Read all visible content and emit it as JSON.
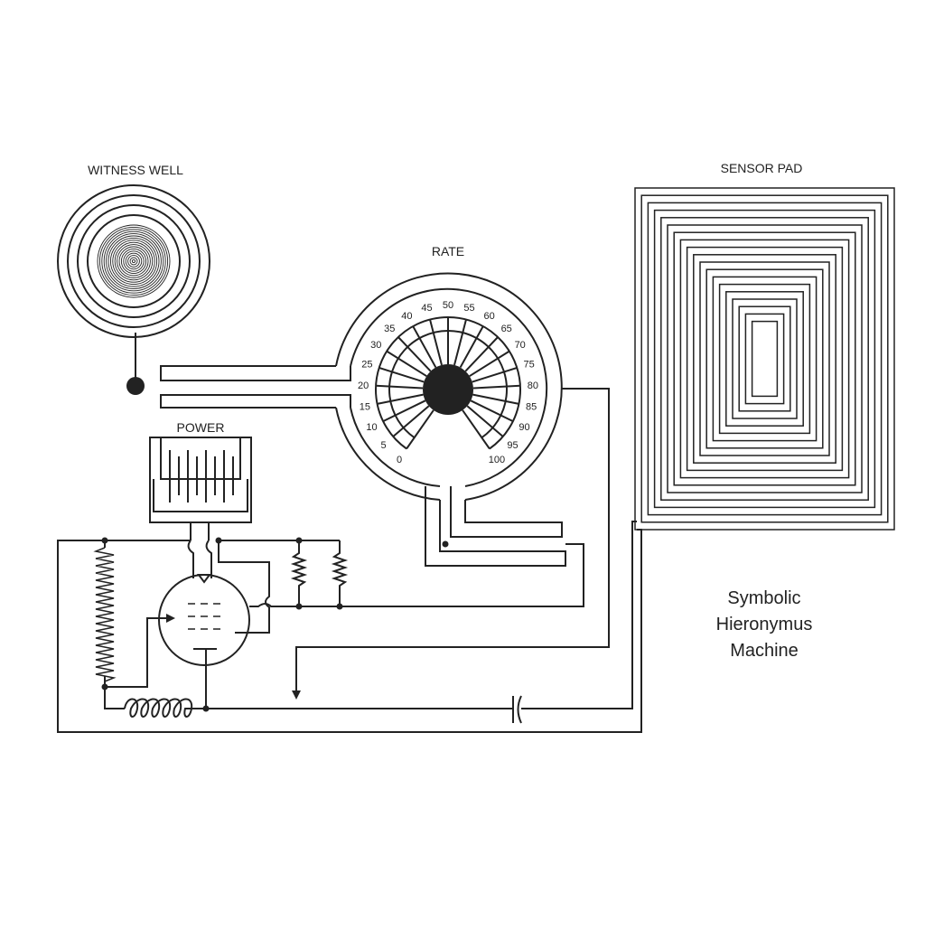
{
  "labels": {
    "witness_well": "WITNESS WELL",
    "sensor_pad": "SENSOR PAD",
    "rate": "RATE",
    "power": "POWER"
  },
  "title_lines": [
    "Symbolic",
    "Hieronymus",
    "Machine"
  ],
  "dial": {
    "ticks": [
      "0",
      "5",
      "10",
      "15",
      "20",
      "25",
      "30",
      "35",
      "40",
      "45",
      "50",
      "55",
      "60",
      "65",
      "70",
      "75",
      "80",
      "85",
      "90",
      "95",
      "100"
    ]
  },
  "colors": {
    "ink": "#222222",
    "background": "#ffffff"
  }
}
